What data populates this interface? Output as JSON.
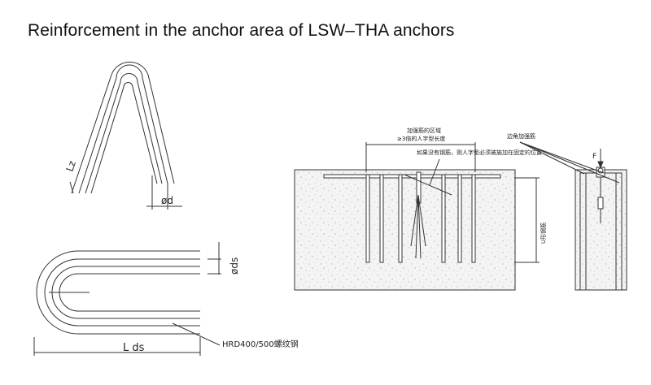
{
  "title": "Reinforcement in the anchor area of LSW–THA anchors",
  "bent_bar": {
    "length_label": "Lz",
    "diameter_label": "ød"
  },
  "u_bar": {
    "diameter_label": "øds",
    "length_label": "L ds",
    "material_label": "HRD400/500螺纹钢"
  },
  "section": {
    "zone_label_1": "加强筋的区域",
    "zone_label_2": "≥3倍的人字型长度",
    "note_label": "如果没有钢筋，则人字型必须被施加在固定的位置",
    "depth_label": "U形钢筋",
    "edge_label": "边角加强筋",
    "force_label": "F"
  }
}
